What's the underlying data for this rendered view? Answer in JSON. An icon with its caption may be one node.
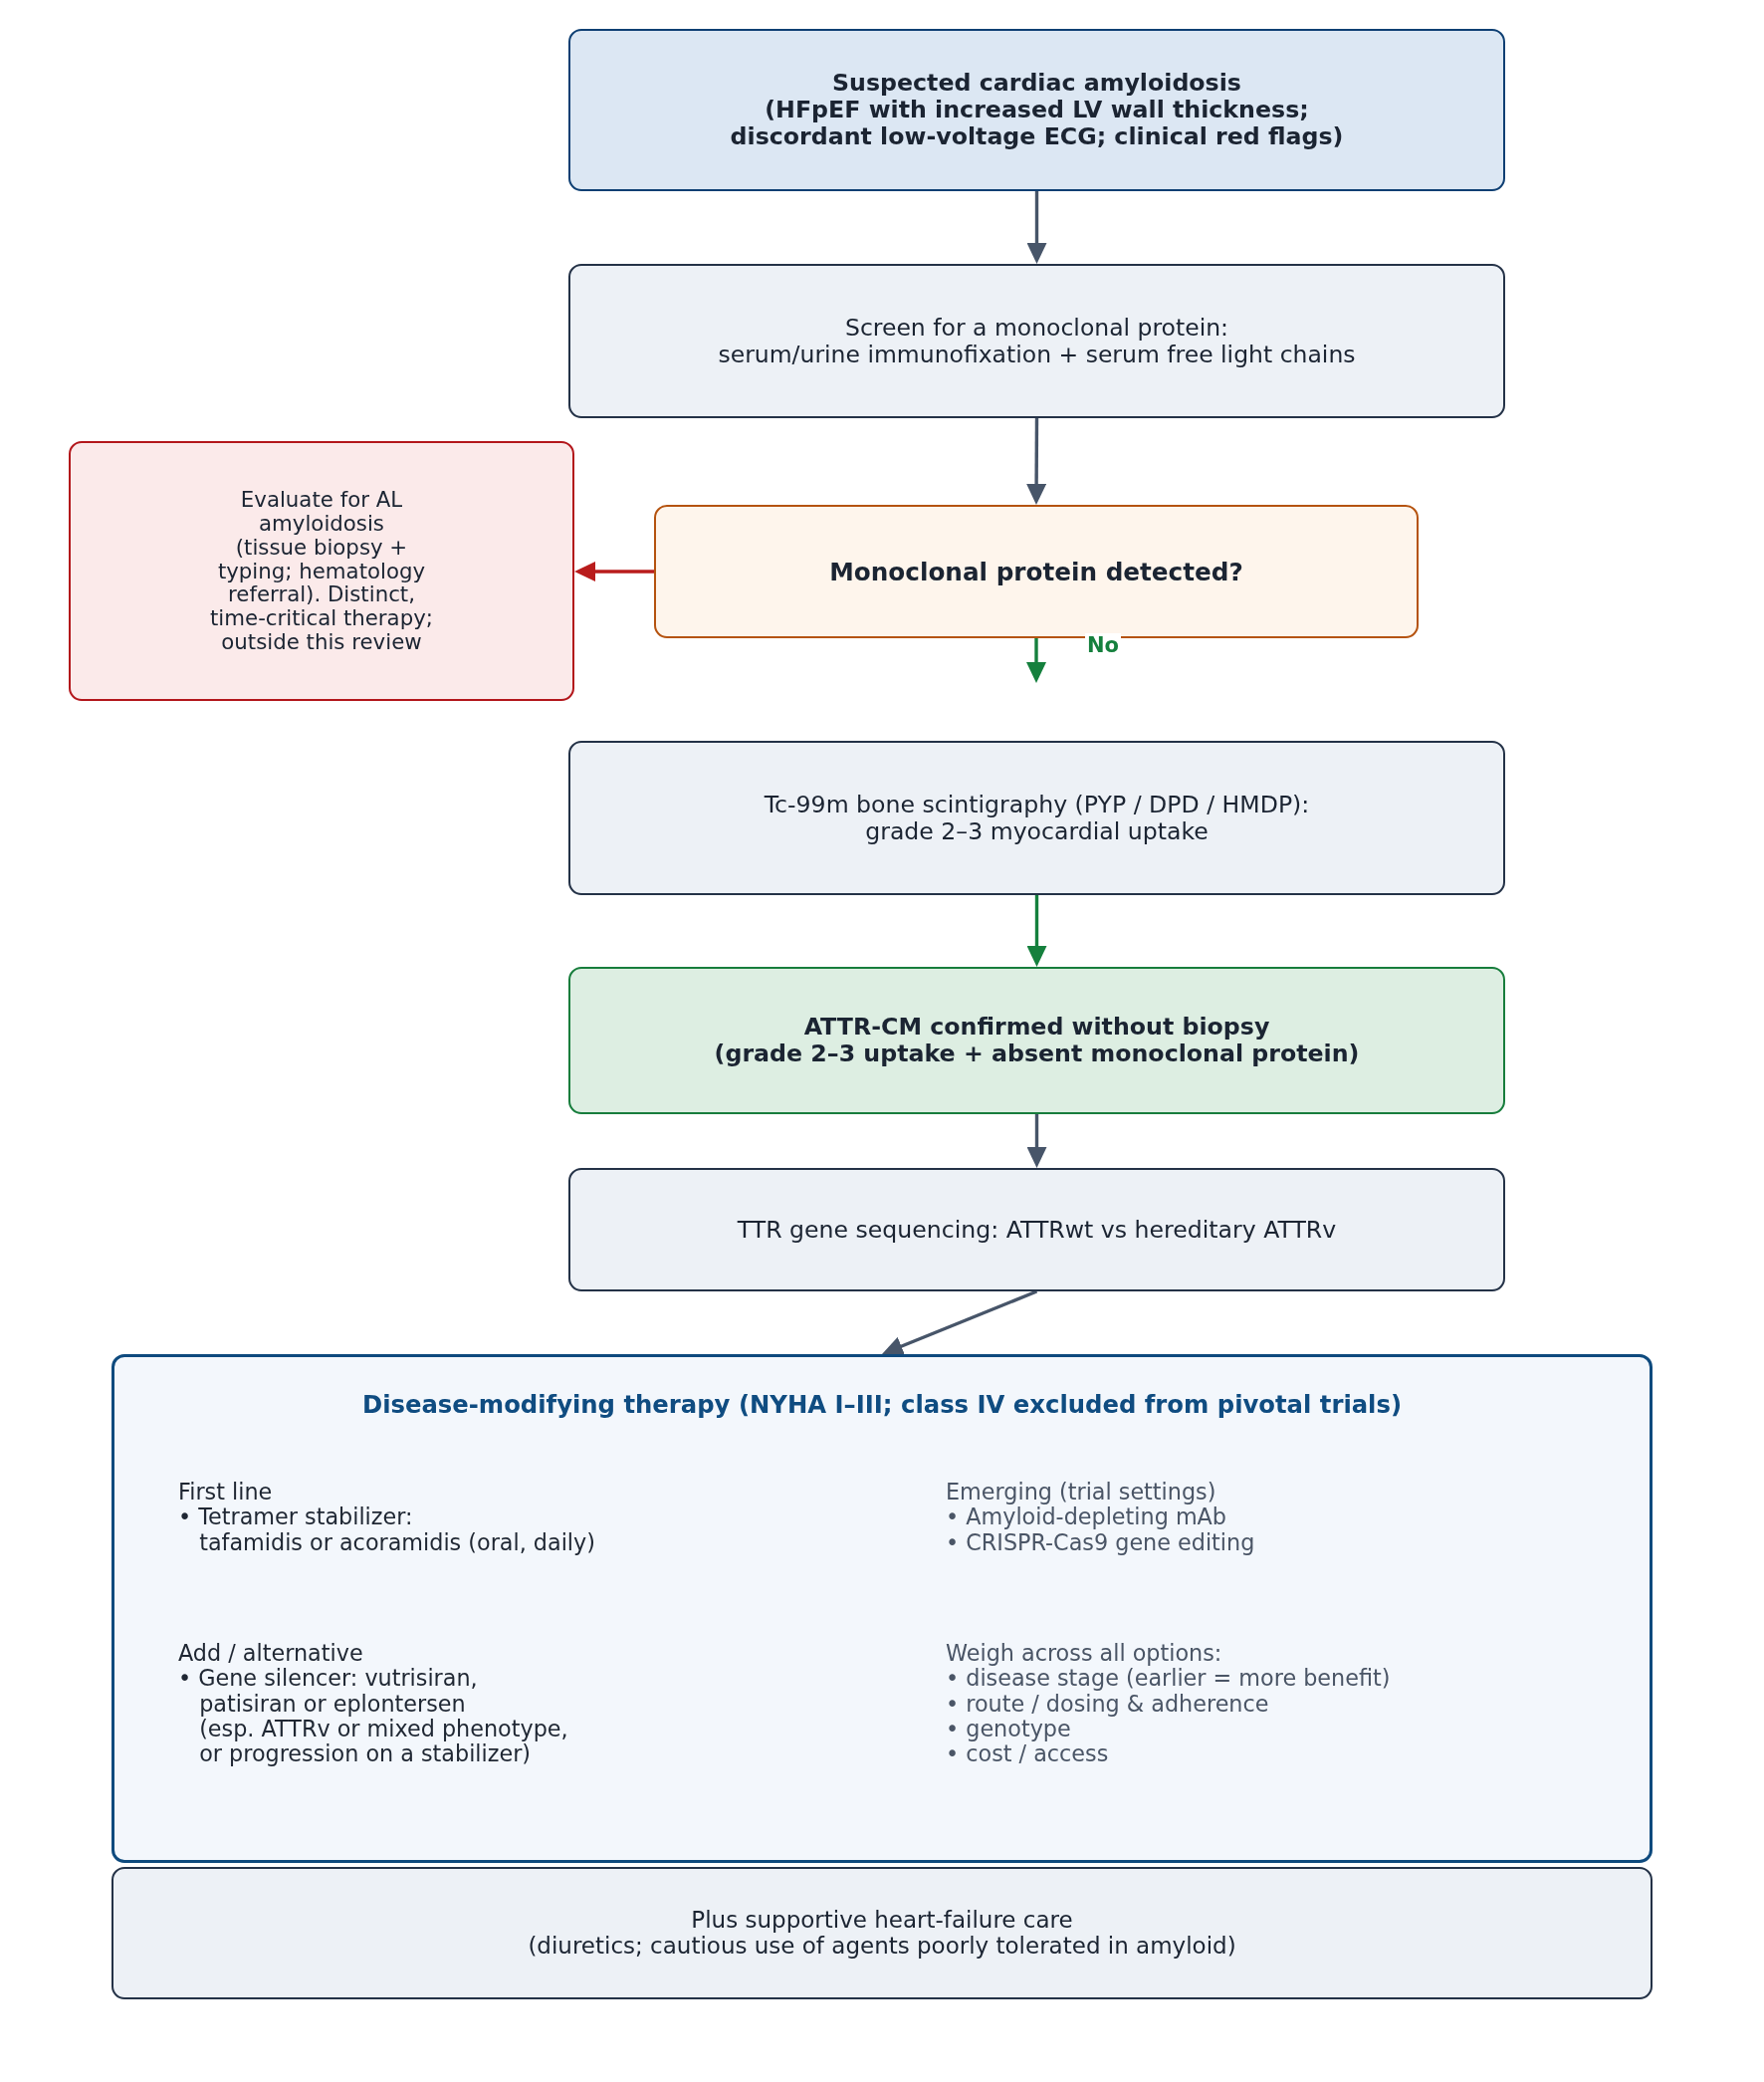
{
  "diagram": {
    "nodes": [
      {
        "text": [
          "Suspected cardiac amyloidosis (HFpEF with increased LV wall thickness; discordant low-voltage ECG; clinical red flags)"
        ]
      },
      {
        "text": [
          "Screen for a monoclonal protein: serum/urine immunofixation + serum free light chains"
        ]
      },
      {
        "text": [
          "Evaluate for AL amyloidosis (tissue biopsy + typing; hematology referral). Distinct, time-critical therapy; outside this review"
        ]
      },
      {
        "text": [
          "Monoclonal protein detected?"
        ]
      },
      {
        "text": [
          "Tc-99m bone scintigraphy (PYP / DPD / HMDP): grade 2–3 myocardial uptake"
        ]
      },
      {
        "text": [
          "ATTR-CM confirmed without biopsy (grade 2–3 uptake + absent monoclonal protein)"
        ]
      },
      {
        "text": [
          "TTR gene sequencing: ATTRwt vs hereditary ATTRv"
        ]
      },
      {
        "text": [
          "Disease-modifying therapy (NYHA I–III; class IV excluded from pivotal trials)",
          "First line • Tetramer stabilizer: tafamidis or acoramidis (oral, daily)",
          "Add / alternative • Gene silencer: vutrisiran, patisiran or eplontersen (esp. ATTRv or mixed phenotype, or progression on a stabilizer)",
          "Emerging (trial settings) • Amyloid-depleting mAb • CRISPR-Cas9 gene editing",
          "Weigh across all options: • disease stage (earlier = more benefit) • route / dosing & adherence • genotype • cost / access"
        ]
      },
      {
        "text": [
          "Plus supportive heart-failure care (diuretics; cautious use of agents poorly tolerated in amyloid)"
        ]
      }
    ],
    "edges": [
      {
        "from": 0,
        "to": 1,
        "arrow": "to"
      },
      {
        "from": 1,
        "to": 3,
        "arrow": "to"
      },
      {
        "from": 3,
        "to": 2,
        "arrow": "to",
        "color": "#b91c1c"
      },
      {
        "from": 3,
        "to": null,
        "arrow": "to",
        "label": "No",
        "color": "#15803d"
      },
      {
        "from": 4,
        "to": 5,
        "arrow": "to",
        "color": "#15803d"
      },
      {
        "from": 5,
        "to": 6,
        "arrow": "to"
      },
      {
        "from": 6,
        "to": 7,
        "arrow": "to"
      }
    ]
  }
}
